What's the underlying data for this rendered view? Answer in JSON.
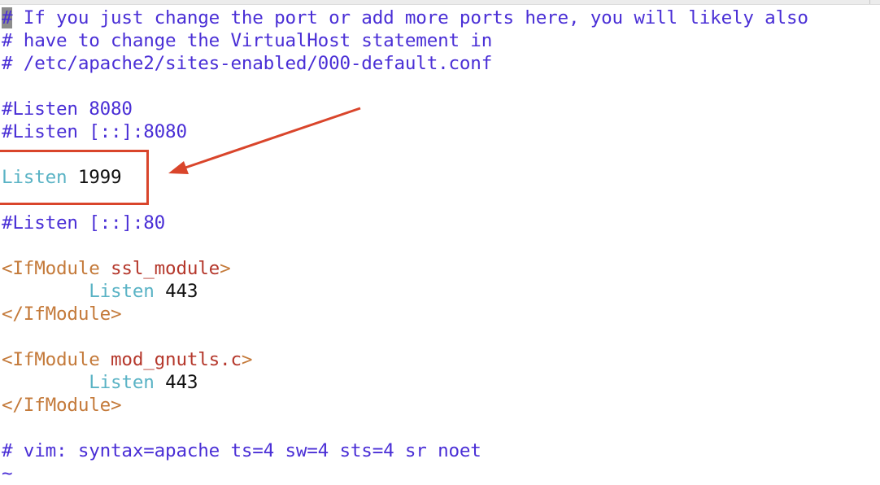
{
  "editor": {
    "lines": [
      {
        "type": "comment-cursor",
        "cursor": "#",
        "text": " If you just change the port or add more ports here, you will likely also"
      },
      {
        "type": "comment",
        "text": "# have to change the VirtualHost statement in"
      },
      {
        "type": "comment",
        "text": "# /etc/apache2/sites-enabled/000-default.conf"
      },
      {
        "type": "blank",
        "text": ""
      },
      {
        "type": "comment",
        "text": "#Listen 8080"
      },
      {
        "type": "comment",
        "text": "#Listen [::]:8080"
      },
      {
        "type": "blank",
        "text": ""
      },
      {
        "type": "directive",
        "keyword": "Listen",
        "value": "1999"
      },
      {
        "type": "blank",
        "text": ""
      },
      {
        "type": "comment",
        "text": "#Listen [::]:80"
      },
      {
        "type": "blank",
        "text": ""
      },
      {
        "type": "tag-open",
        "tag": "<IfModule",
        "module": "ssl_module",
        "close": ">"
      },
      {
        "type": "directive-indent",
        "indent": "        ",
        "keyword": "Listen",
        "value": "443"
      },
      {
        "type": "tag-close",
        "text": "</IfModule>"
      },
      {
        "type": "blank",
        "text": ""
      },
      {
        "type": "tag-open",
        "tag": "<IfModule",
        "module": "mod_gnutls.c",
        "close": ">"
      },
      {
        "type": "directive-indent",
        "indent": "        ",
        "keyword": "Listen",
        "value": "443"
      },
      {
        "type": "tag-close",
        "text": "</IfModule>"
      },
      {
        "type": "blank",
        "text": ""
      },
      {
        "type": "comment",
        "text": "# vim: syntax=apache ts=4 sw=4 sts=4 sr noet"
      },
      {
        "type": "tilde",
        "text": "~"
      }
    ]
  },
  "annotation": {
    "box_color": "#d9452b",
    "arrow_color": "#d9452b",
    "highlighted_line": "Listen 1999"
  },
  "colors": {
    "comment": "#4a2fd6",
    "keyword": "#5ab3c5",
    "number": "#111111",
    "tag": "#c47a3a",
    "module": "#b5382c"
  }
}
